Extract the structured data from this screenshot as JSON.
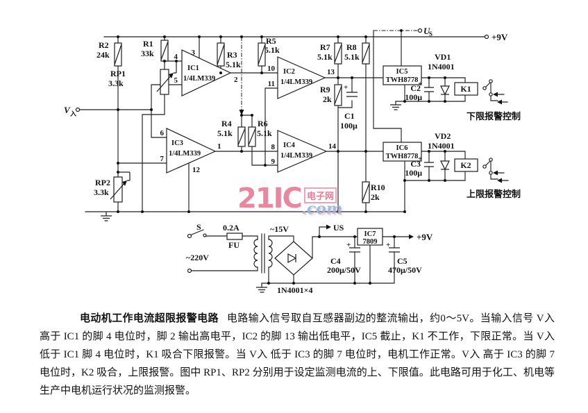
{
  "page": {
    "bg": "#ffffff"
  },
  "watermark": {
    "big": "21IC",
    "box_text": "电子网",
    "script": ".com"
  },
  "schematic": {
    "input": {
      "v": "V",
      "sub": "入"
    },
    "supply": {
      "rail": "+9V",
      "us_u": "U",
      "us_s": "S"
    },
    "parts": {
      "plus": "+",
      "r1": "R1",
      "r1v": "33k",
      "r2": "R2",
      "r2v": "24k",
      "r3": "R3",
      "r3v": "5.1k",
      "r4": "R4",
      "r4v": "5.1k",
      "r5": "R5",
      "r5v": "5.1k",
      "r6": "R6",
      "r6v": "5.1k",
      "r7": "R7",
      "r7v": "5.1k",
      "r8": "R8",
      "r8v": "5.1k",
      "r9": "R9",
      "r9v": "2k",
      "r10": "R10",
      "r10v": "2k",
      "rp1": "RP1",
      "rp1v": "3.3k",
      "rp2": "RP2",
      "rp2v": "3.3k",
      "c1": "C1",
      "c1v": "100μ",
      "c2": "C2",
      "c2v": "100μ",
      "c3": "C3",
      "c3v": "100μ",
      "ic1": "IC1",
      "ic1t": "1/4LM339",
      "ic2": "IC2",
      "ic2t": "1/4LM339",
      "ic3": "IC3",
      "ic3t": "1/4LM339",
      "ic4": "IC4",
      "ic4t": "1/4LM339",
      "ic5": "IC5",
      "ic5t": "TWH8778",
      "ic6": "IC6",
      "ic6t": "TWH8778",
      "vd1": "VD1",
      "vd1t": "1N4001",
      "vd2": "VD2",
      "vd2t": "1N4001",
      "k1": "K1",
      "k2": "K2"
    },
    "pins": {
      "p1": "1",
      "p2": "2",
      "p3": "3",
      "p4": "4",
      "p5": "5",
      "p6": "6",
      "p7": "7",
      "p8": "8",
      "p9": "9",
      "p10": "10",
      "p11": "11",
      "p12": "12",
      "p13": "13",
      "p14": "14"
    },
    "outputs": {
      "lower": "下限报警控制",
      "upper": "上限报警控制"
    },
    "psu": {
      "s": "S",
      "fu": "FU",
      "fuv": "0.2A",
      "mains": "~220V",
      "sec": "~15V",
      "us": "US",
      "bridge": "1N4001×4",
      "ic7": "IC7",
      "ic7t": "7809",
      "c4": "C4",
      "c4v": "200μ/50V",
      "c5": "C5",
      "c5v": "470μ/50V",
      "out": "+9V"
    }
  },
  "caption": {
    "title": "电动机工作电流超限报警电路",
    "body": "电路输入信号取自互感器副边的整流输出，约0～5V。当输入信号 V入 高于 IC1 的脚 4 电位时，脚 2 输出高电平，IC2 的脚 13 输出低电平，IC5 截止，K1 不工作，下限正常。当 V入 低于 IC1 脚 4 电位时，K1 吸合下限报警。当 V入 低于 IC3 的脚 7 电位时，电机工作正常。V入 高于 IC3 的脚 7 电位时，K2 吸合，上限报警。图中 RP1、RP2 分别用于设定监测电流的上、下限值。此电路可用于化工、机电等生产中电机运行状况的监测报警。"
  }
}
